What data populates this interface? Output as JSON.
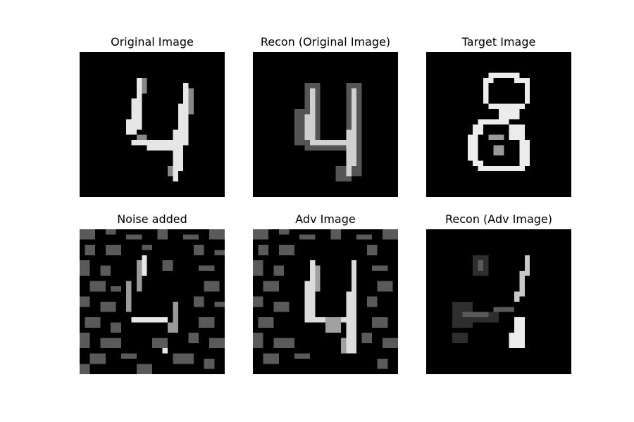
{
  "panels": [
    {
      "title": "Original Image"
    },
    {
      "title": "Recon (Original Image)"
    },
    {
      "title": "Target Image"
    },
    {
      "title": "Noise added"
    },
    {
      "title": "Adv Image"
    },
    {
      "title": "Recon (Adv Image)"
    }
  ]
}
